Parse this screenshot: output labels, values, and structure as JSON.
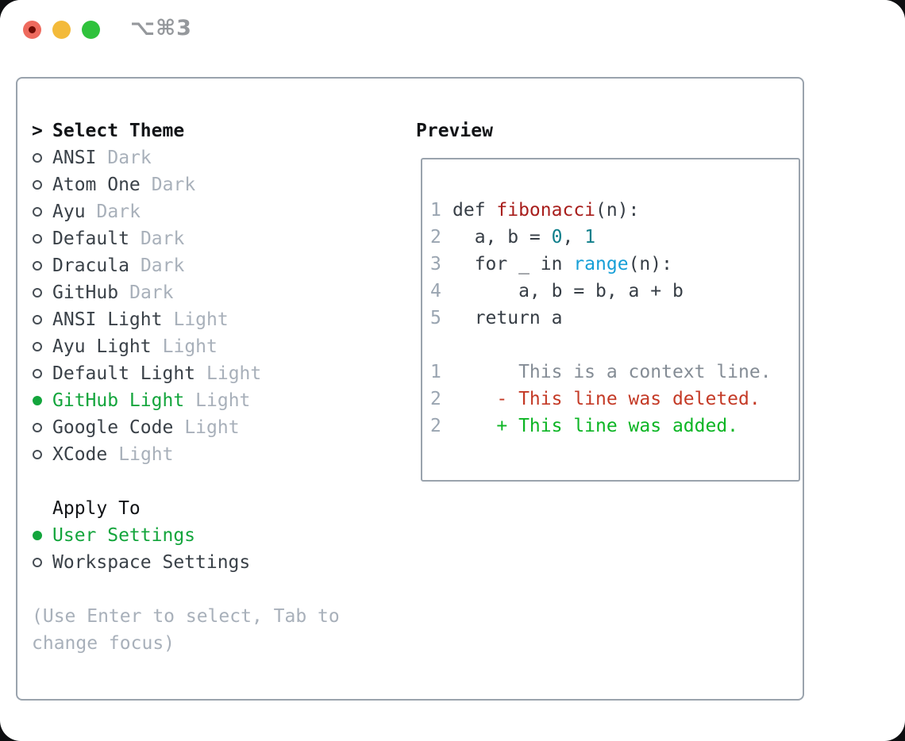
{
  "window": {
    "shortcut": "⌥⌘3"
  },
  "colors": {
    "selection_green": "#13a53c",
    "added_green": "#0cb524",
    "deleted_red": "#c43a26",
    "function_red": "#a81e1c",
    "number_teal": "#0f7f8b",
    "call_blue": "#169fd7",
    "muted_gray": "#a8b0ba",
    "gutter_gray": "#9aa5b1",
    "border_gray": "#9aa3ad",
    "traffic_red": "#ee6a5e",
    "traffic_yellow": "#f3ba3a",
    "traffic_green": "#2fc23c"
  },
  "theme_picker": {
    "title_marker": ">",
    "title": "Select Theme",
    "themes": [
      {
        "name": "ANSI",
        "variant": "Dark",
        "selected": false
      },
      {
        "name": "Atom One",
        "variant": "Dark",
        "selected": false
      },
      {
        "name": "Ayu",
        "variant": "Dark",
        "selected": false
      },
      {
        "name": "Default",
        "variant": "Dark",
        "selected": false
      },
      {
        "name": "Dracula",
        "variant": "Dark",
        "selected": false
      },
      {
        "name": "GitHub",
        "variant": "Dark",
        "selected": false
      },
      {
        "name": "ANSI Light",
        "variant": "Light",
        "selected": false
      },
      {
        "name": "Ayu Light",
        "variant": "Light",
        "selected": false
      },
      {
        "name": "Default Light",
        "variant": "Light",
        "selected": false
      },
      {
        "name": "GitHub Light",
        "variant": "Light",
        "selected": true
      },
      {
        "name": "Google Code",
        "variant": "Light",
        "selected": false
      },
      {
        "name": "XCode",
        "variant": "Light",
        "selected": false
      }
    ],
    "apply_to": {
      "title": "Apply To",
      "options": [
        {
          "label": "User Settings",
          "selected": true
        },
        {
          "label": "Workspace Settings",
          "selected": false
        }
      ]
    },
    "hint": "(Use Enter to select, Tab to change focus)"
  },
  "preview": {
    "title": "Preview",
    "lines": [
      {
        "num": "1",
        "segments": [
          {
            "s": "code",
            "t": "def "
          },
          {
            "s": "func",
            "t": "fibonacci"
          },
          {
            "s": "code",
            "t": "(n):"
          }
        ]
      },
      {
        "num": "2",
        "segments": [
          {
            "s": "code",
            "t": "  a, b = "
          },
          {
            "s": "num",
            "t": "0"
          },
          {
            "s": "code",
            "t": ", "
          },
          {
            "s": "num",
            "t": "1"
          }
        ]
      },
      {
        "num": "3",
        "segments": [
          {
            "s": "code",
            "t": "  for _ in "
          },
          {
            "s": "call",
            "t": "range"
          },
          {
            "s": "code",
            "t": "(n):"
          }
        ]
      },
      {
        "num": "4",
        "segments": [
          {
            "s": "code",
            "t": "      a, b = b, a + b"
          }
        ]
      },
      {
        "num": "5",
        "segments": [
          {
            "s": "code",
            "t": "  return a"
          }
        ]
      },
      {
        "num": "",
        "segments": []
      },
      {
        "num": "1",
        "segments": [
          {
            "s": "ctx",
            "t": "      This is a context line."
          }
        ]
      },
      {
        "num": "2",
        "segments": [
          {
            "s": "del",
            "t": "    - This line was deleted."
          }
        ]
      },
      {
        "num": "2",
        "segments": [
          {
            "s": "add",
            "t": "    + This line was added."
          }
        ]
      }
    ]
  }
}
